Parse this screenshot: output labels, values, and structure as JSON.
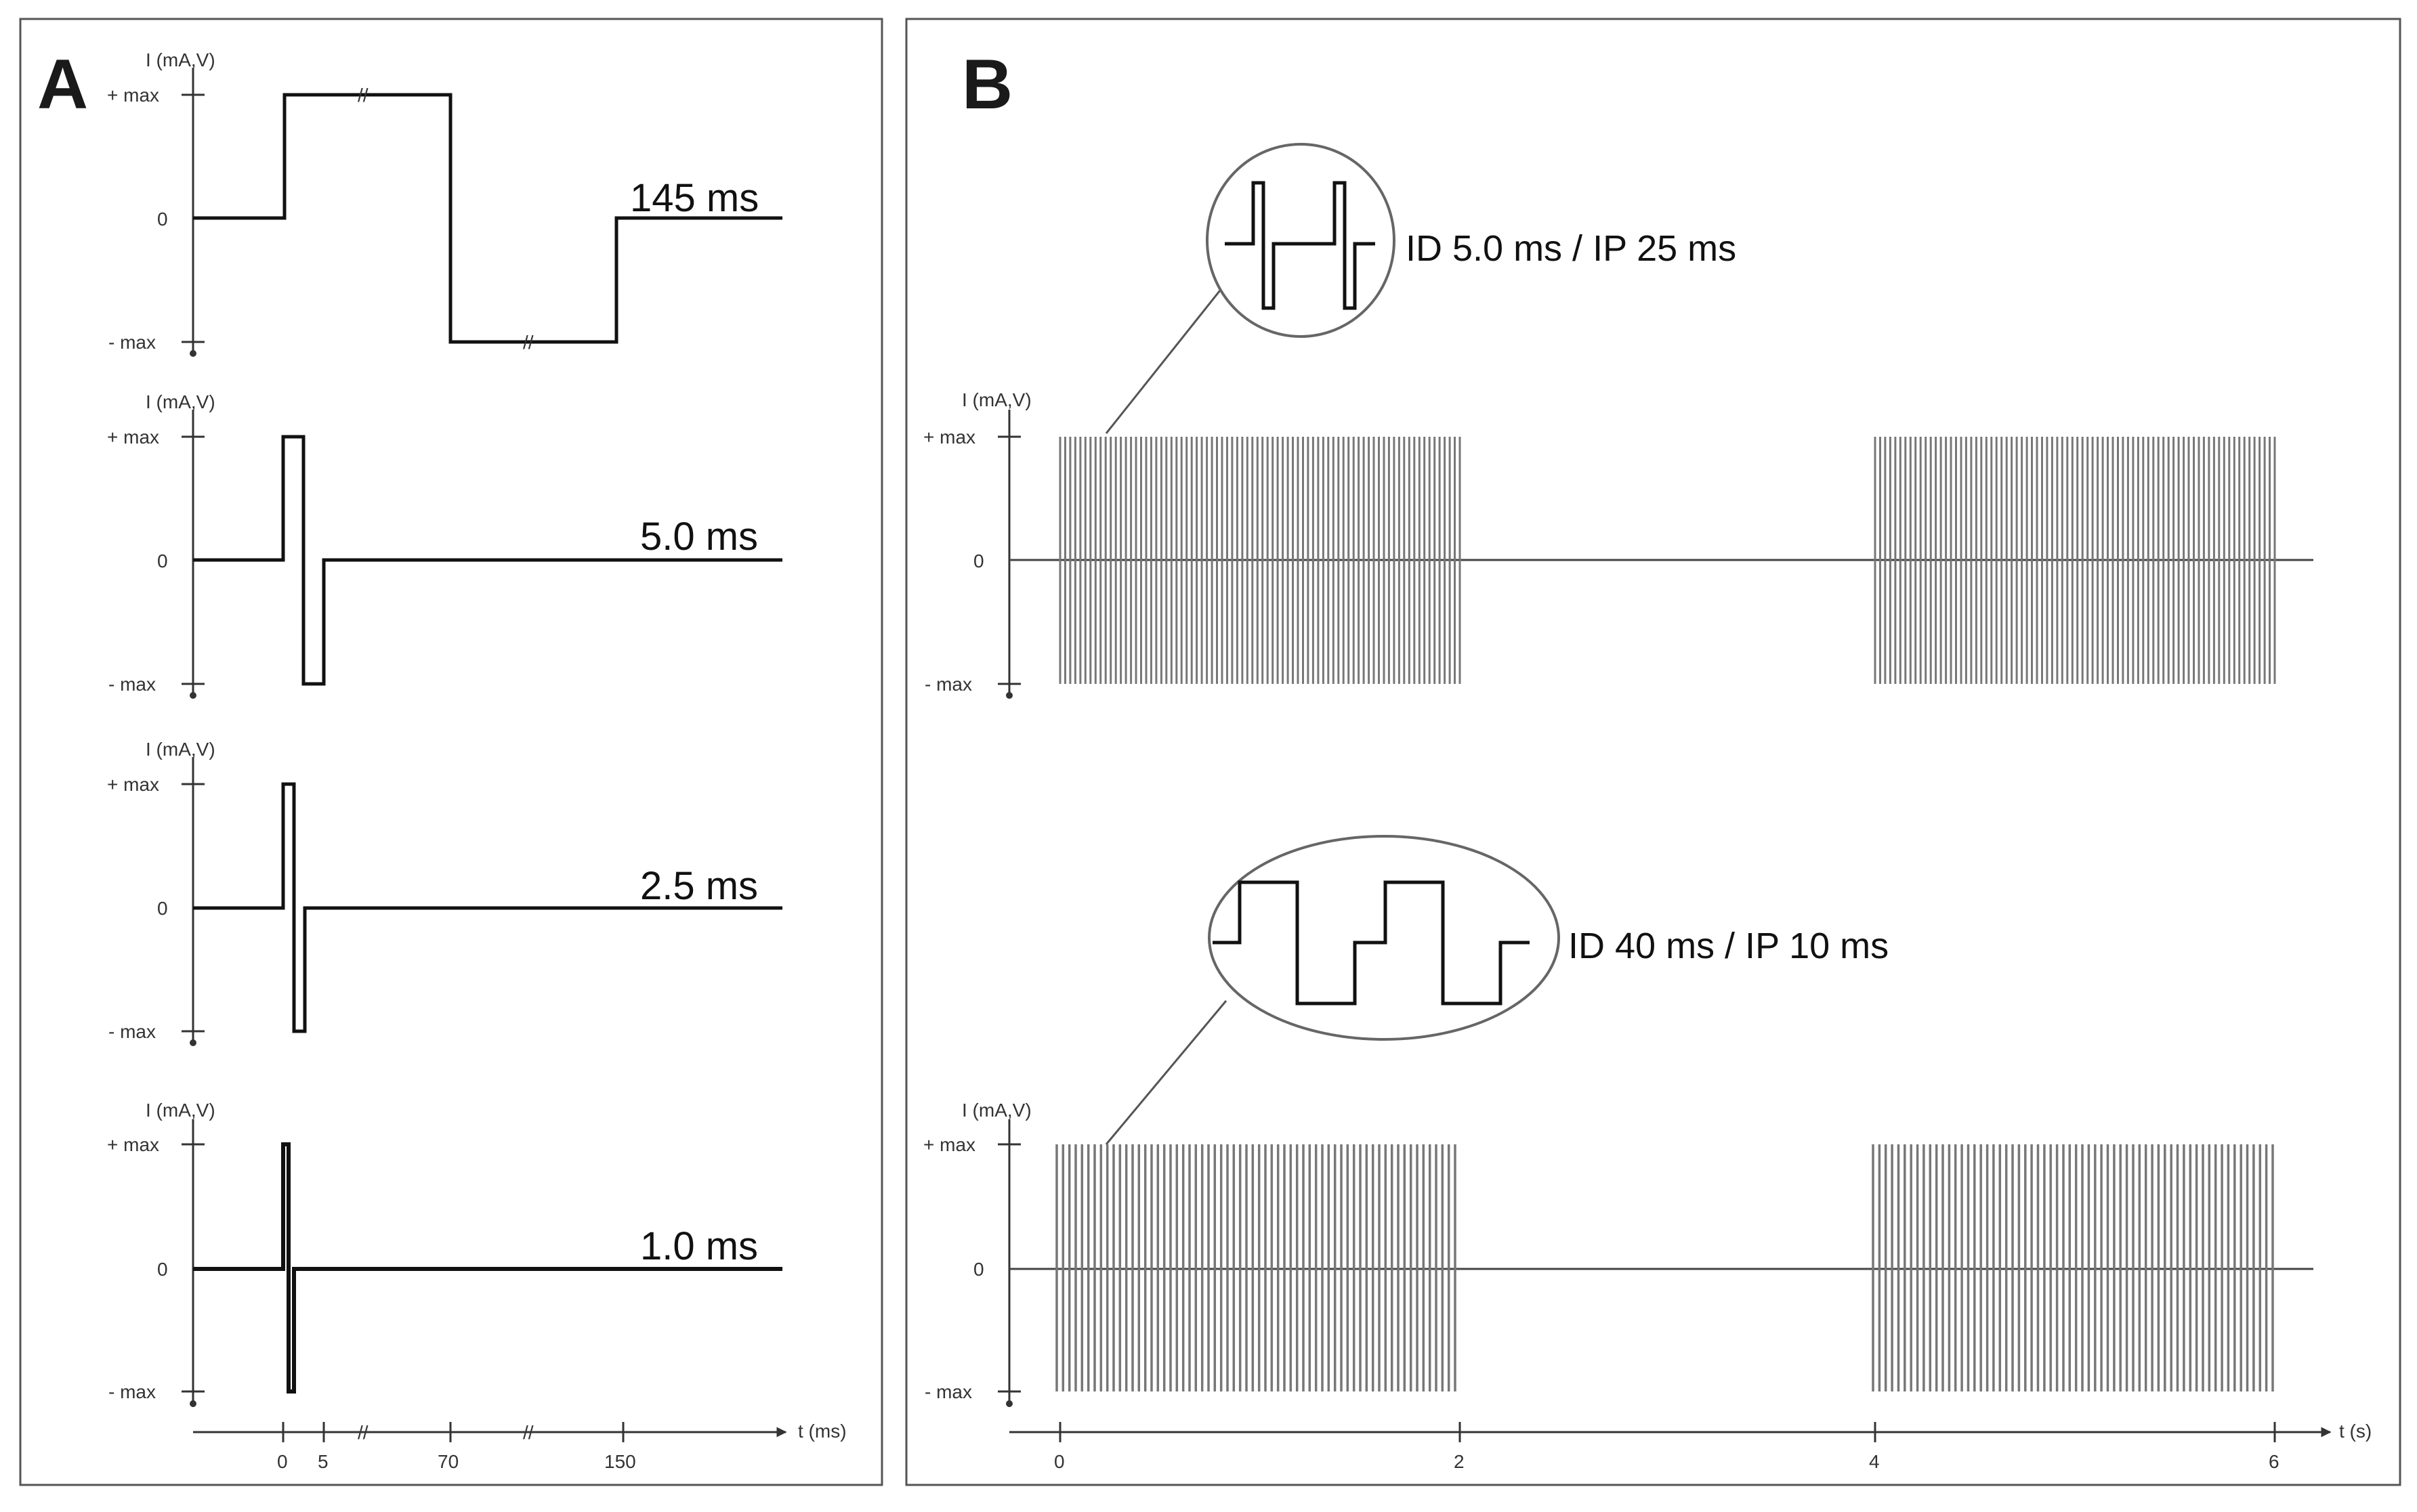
{
  "panels": {
    "A": {
      "letter": "A",
      "axis_label": "I (mA,V)",
      "plus_max": "+ max",
      "zero": "0",
      "minus_max": "- max",
      "break_mark": "//",
      "waveforms": [
        {
          "duration": "145 ms"
        },
        {
          "duration": "5.0 ms"
        },
        {
          "duration": "2.5 ms"
        },
        {
          "duration": "1.0 ms"
        }
      ],
      "time_axis": {
        "label": "t (ms)",
        "ticks": [
          "0",
          "5",
          "70",
          "150"
        ]
      }
    },
    "B": {
      "letter": "B",
      "axis_label": "I (mA,V)",
      "plus_max": "+ max",
      "zero": "0",
      "minus_max": "- max",
      "traces": [
        {
          "zoom_label": "ID 5.0 ms / IP 25 ms"
        },
        {
          "zoom_label": "ID 40 ms / IP 10 ms"
        }
      ],
      "time_axis": {
        "label": "t (s)",
        "ticks": [
          "0",
          "2",
          "4",
          "6"
        ]
      }
    }
  }
}
